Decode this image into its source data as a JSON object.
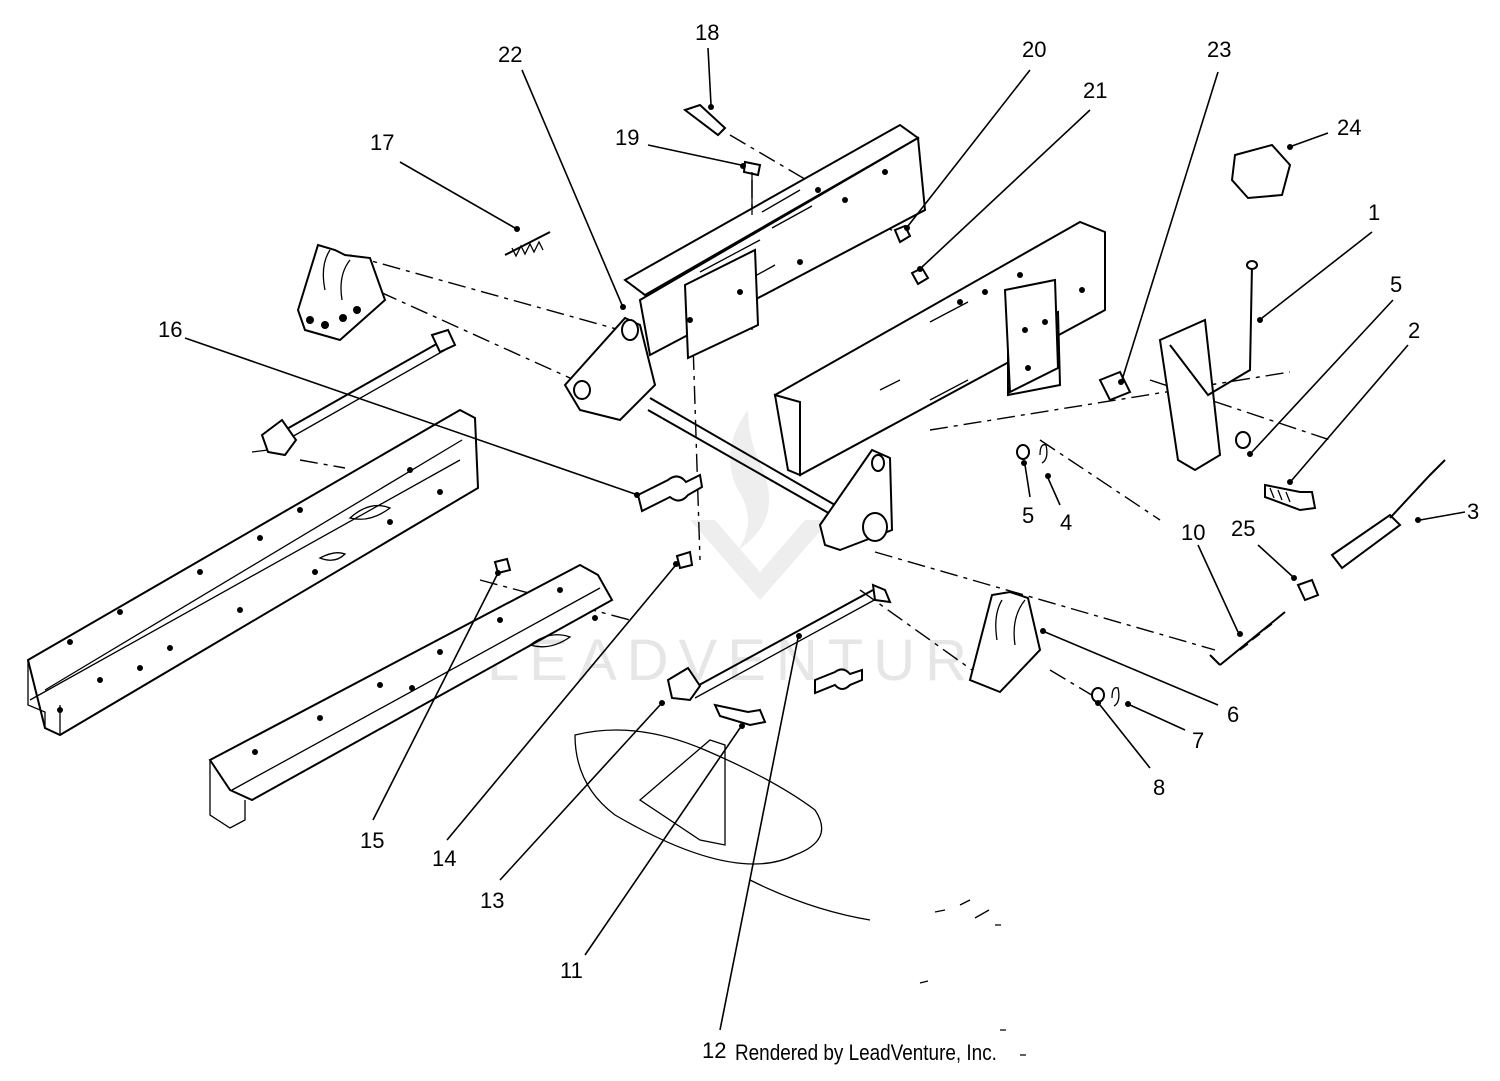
{
  "diagram": {
    "callouts": [
      "1",
      "2",
      "3",
      "4",
      "5",
      "5",
      "6",
      "7",
      "8",
      "10",
      "11",
      "12",
      "13",
      "14",
      "15",
      "16",
      "17",
      "18",
      "19",
      "20",
      "21",
      "22",
      "23",
      "24",
      "25"
    ],
    "watermark": "LEADVENTURE",
    "footer": "Rendered by LeadVenture, Inc."
  }
}
